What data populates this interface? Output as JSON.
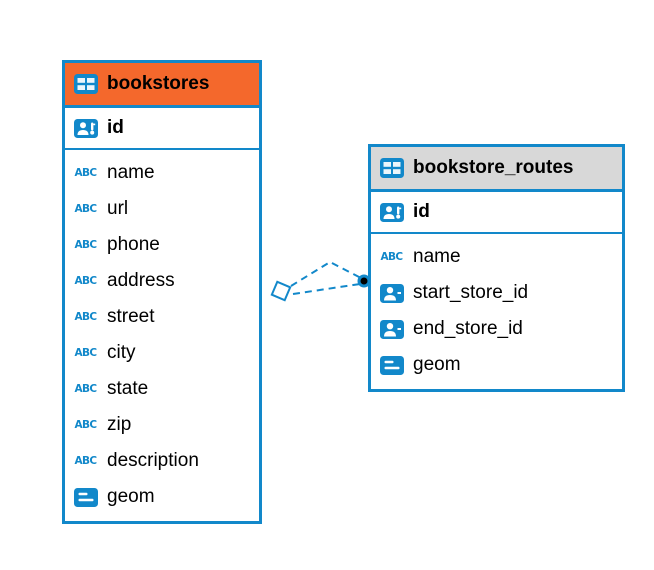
{
  "colors": {
    "accent_blue": "#1288ca",
    "bookstores_header": "#f4682c",
    "routes_header": "#d8d8d8",
    "connector_line": "#1288ca",
    "connector_dot": "#000000",
    "table_background": "#ffffff"
  },
  "icons": {
    "text_type_glyph": "ABC",
    "header_icon": "table-grid-icon",
    "primary_key_icon": "user-key-icon",
    "reference_icon": "user-icon",
    "geometry_icon": "lines-icon"
  },
  "tables": [
    {
      "name": "bookstores",
      "primary_key": {
        "label": "id",
        "type": "primary-key"
      },
      "fields": [
        {
          "label": "name",
          "type": "text"
        },
        {
          "label": "url",
          "type": "text"
        },
        {
          "label": "phone",
          "type": "text"
        },
        {
          "label": "address",
          "type": "text"
        },
        {
          "label": "street",
          "type": "text"
        },
        {
          "label": "city",
          "type": "text"
        },
        {
          "label": "state",
          "type": "text"
        },
        {
          "label": "zip",
          "type": "text"
        },
        {
          "label": "description",
          "type": "text"
        },
        {
          "label": "geom",
          "type": "geometry"
        }
      ]
    },
    {
      "name": "bookstore_routes",
      "primary_key": {
        "label": "id",
        "type": "primary-key"
      },
      "fields": [
        {
          "label": "name",
          "type": "text"
        },
        {
          "label": "start_store_id",
          "type": "reference"
        },
        {
          "label": "end_store_id",
          "type": "reference"
        },
        {
          "label": "geom",
          "type": "geometry"
        }
      ]
    }
  ],
  "relationship": {
    "style": "dashed",
    "end_shapes": {
      "left": "diamond",
      "right": "dot"
    }
  }
}
